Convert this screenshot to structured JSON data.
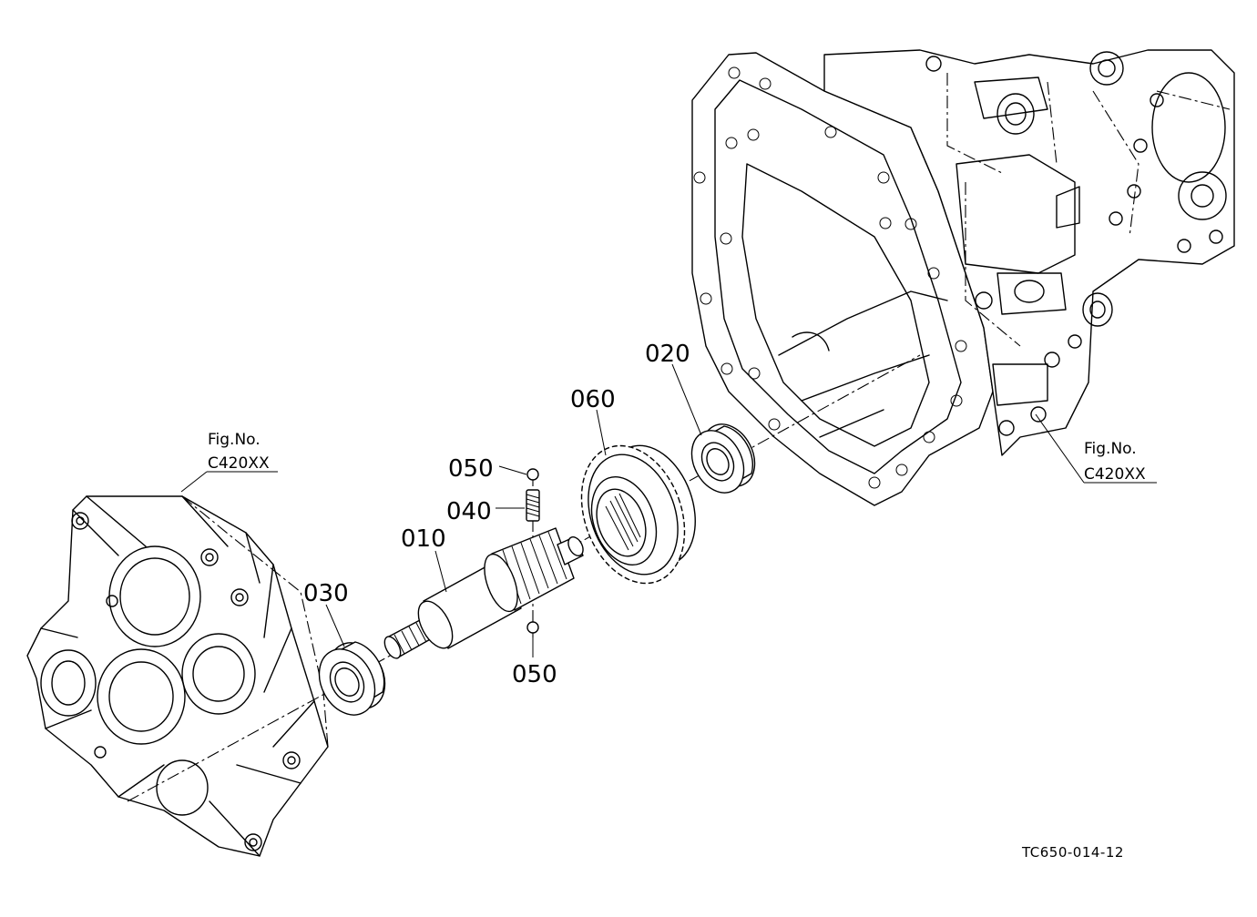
{
  "drawing_number": "TC650-014-12",
  "callouts": {
    "shaft": "010",
    "bearing_right": "020",
    "bearing_left": "030",
    "spring": "040",
    "ball_top": "050",
    "ball_bottom": "050",
    "gear": "060"
  },
  "figure_refs": {
    "left": {
      "label": "Fig.No.",
      "code": "C420XX"
    },
    "right": {
      "label": "Fig.No.",
      "code": "C420XX"
    }
  }
}
